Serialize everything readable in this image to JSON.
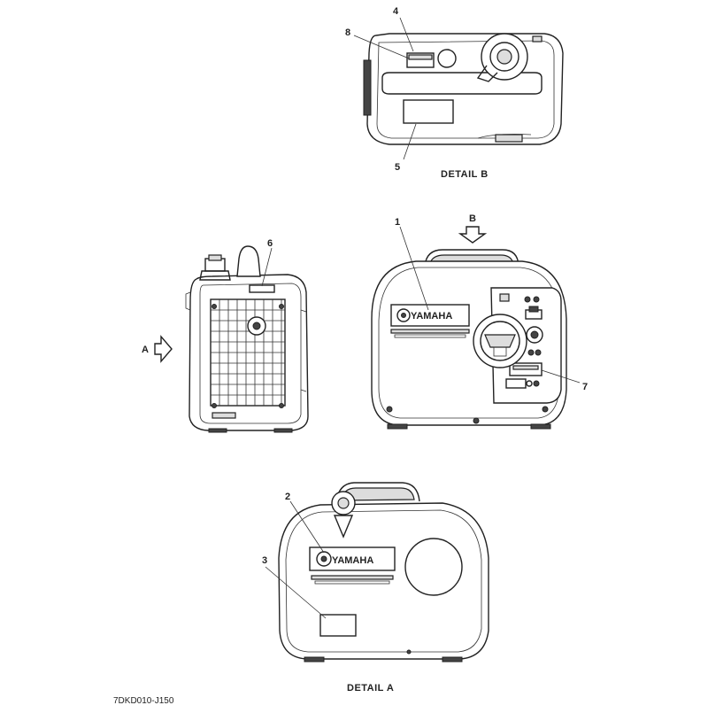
{
  "callouts": {
    "c1": "1",
    "c2": "2",
    "c3": "3",
    "c4": "4",
    "c5": "5",
    "c6": "6",
    "c7": "7",
    "c8": "8"
  },
  "captions": {
    "detail_a": "DETAIL A",
    "detail_b": "DETAIL B",
    "view_a": "A",
    "view_b": "B"
  },
  "brand": {
    "logo_front": "YAMAHA",
    "logo_back": "YAMAHA"
  },
  "drawing_code": "7DKD010-J150"
}
